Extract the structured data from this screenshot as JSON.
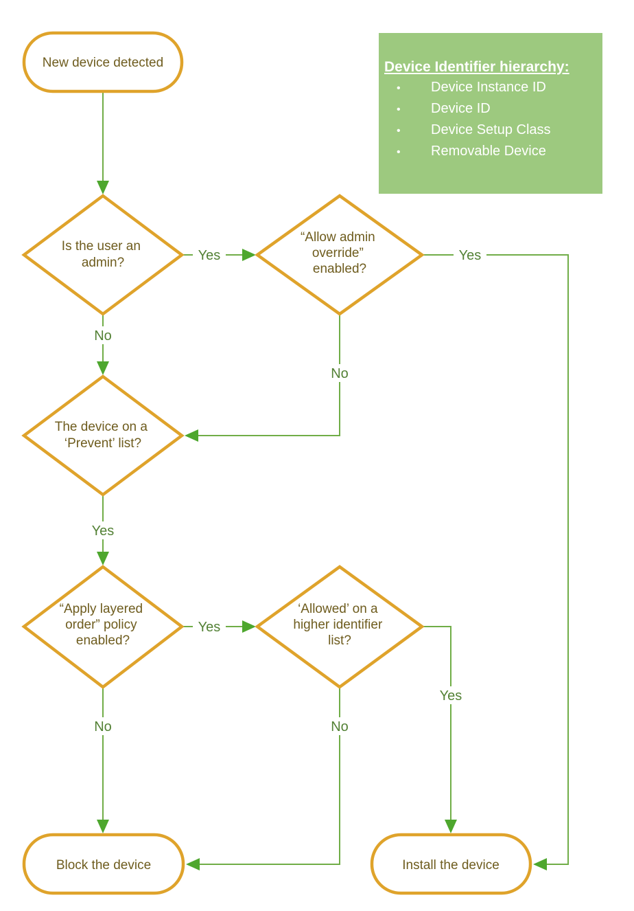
{
  "legend": {
    "title": "Device Identifier hierarchy:",
    "items": [
      "Device Instance ID",
      "Device ID",
      "Device Setup Class",
      "Removable Device"
    ],
    "bullet": "•"
  },
  "nodes": {
    "start": {
      "label": "New device detected"
    },
    "admin": {
      "lines": [
        "Is the user an",
        "admin?"
      ]
    },
    "override": {
      "lines": [
        "“Allow admin",
        "override”",
        "enabled?"
      ]
    },
    "prevent": {
      "lines": [
        "The device on a",
        "‘Prevent’ list?"
      ]
    },
    "layered": {
      "lines": [
        "“Apply layered",
        "order” policy",
        "enabled?"
      ]
    },
    "allowed": {
      "lines": [
        "‘Allowed’ on a",
        "higher identifier",
        "list?"
      ]
    },
    "block": {
      "label": "Block the device"
    },
    "install": {
      "label": "Install the device"
    }
  },
  "edge_labels": {
    "admin_yes": "Yes",
    "admin_no": "No",
    "override_yes": "Yes",
    "override_no": "No",
    "prevent_yes": "Yes",
    "layered_yes": "Yes",
    "layered_no": "No",
    "allowed_yes": "Yes",
    "allowed_no": "No"
  },
  "colors": {
    "shape_border": "#DFA32B",
    "connector": "#70AD47",
    "arrowhead": "#4EA72E",
    "edge_label_text": "#538135",
    "legend_bg": "#9DC97F",
    "legend_text": "#FFFFFF",
    "node_text": "#6E5C1E"
  }
}
